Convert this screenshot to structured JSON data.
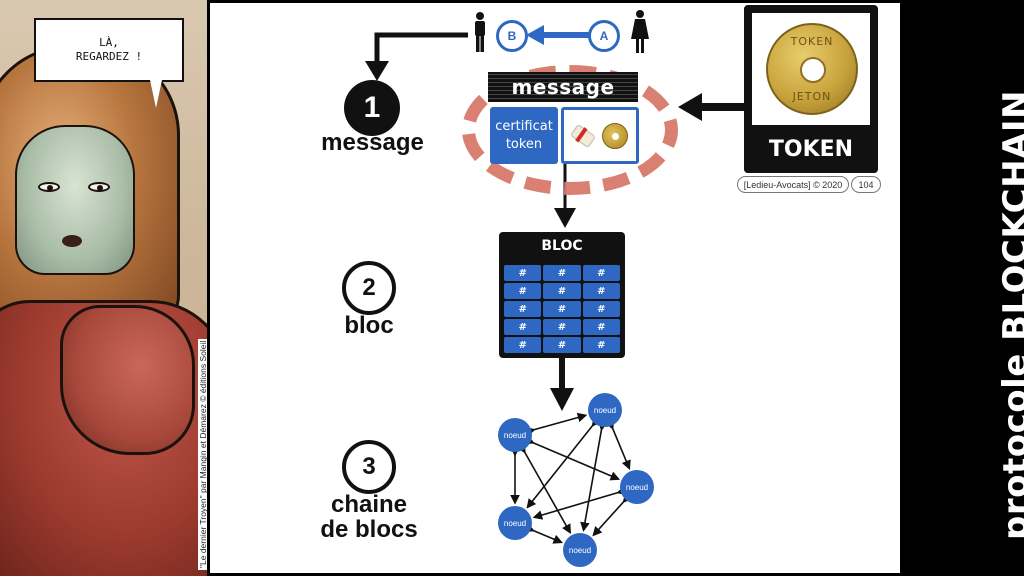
{
  "comic": {
    "speech_line1": "LÀ,",
    "speech_line2": "REGARDEZ !",
    "credit": "\"Le dernier Troyen\" par Mangin et Démarez © éditions Soleil"
  },
  "flow": {
    "sender": {
      "label": "A",
      "icon": "woman-icon"
    },
    "receiver": {
      "label": "B",
      "icon": "man-icon"
    },
    "accent_color": "#2f68c2",
    "ring_color": "#d77a6c"
  },
  "message_card": {
    "header": "message",
    "cert_line1": "certificat",
    "cert_line2": "token",
    "icons": [
      "certificate-scroll-icon",
      "coin-icon"
    ]
  },
  "token_panel": {
    "coin_top_text": "TOKEN",
    "coin_bottom_text": "JETON",
    "label": "TOKEN"
  },
  "footer": {
    "credit": "[Ledieu-Avocats] © 2020",
    "page": "104"
  },
  "steps": [
    {
      "number": "1",
      "label_line1": "message",
      "label_line2": ""
    },
    {
      "number": "2",
      "label_line1": "bloc",
      "label_line2": ""
    },
    {
      "number": "3",
      "label_line1": "chaine",
      "label_line2": "de blocs"
    }
  ],
  "bloc": {
    "title": "BLOC",
    "cells": [
      "#",
      "#",
      "#",
      "#",
      "#",
      "#",
      "#",
      "#",
      "#",
      "#",
      "#",
      "#",
      "#",
      "#",
      "#"
    ]
  },
  "network": {
    "nodes": [
      "noeud",
      "noeud",
      "noeud",
      "noeud",
      "noeud"
    ]
  },
  "side_title": "protocole BLOCKCHAIN"
}
